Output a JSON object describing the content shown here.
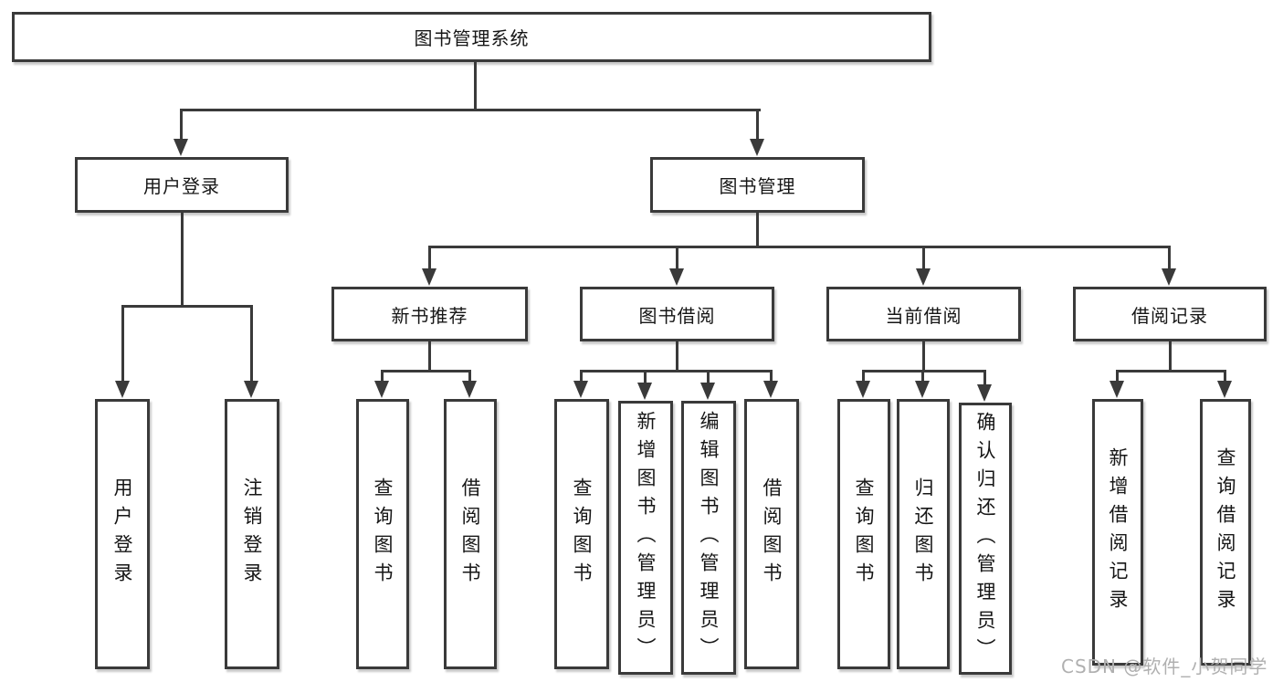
{
  "diagram": {
    "root": "图书管理系统",
    "line_color": "#3a3a3a",
    "user_login": {
      "label": "用户登录",
      "children": [
        "用户登录",
        "注销登录"
      ]
    },
    "book_mgmt": {
      "label": "图书管理",
      "groups": [
        {
          "label": "新书推荐",
          "children": [
            "查询图书",
            "借阅图书"
          ]
        },
        {
          "label": "图书借阅",
          "children": [
            "查询图书",
            "新增图书（管理员）",
            "编辑图书（管理员）",
            "借阅图书"
          ]
        },
        {
          "label": "当前借阅",
          "children": [
            "查询图书",
            "归还图书",
            "确认归还（管理员）"
          ]
        },
        {
          "label": "借阅记录",
          "children": [
            "新增借阅记录",
            "查询借阅记录"
          ]
        }
      ]
    }
  },
  "watermark": "CSDN @软件_小贺同学"
}
